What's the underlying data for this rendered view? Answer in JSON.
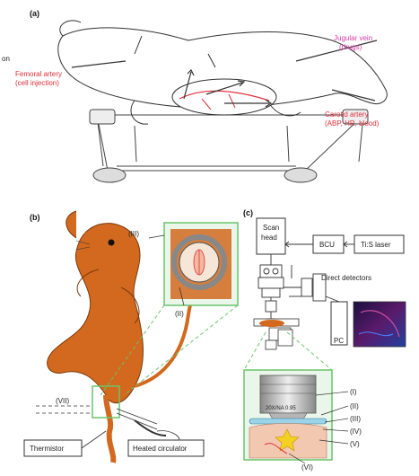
{
  "fragment_left": "on",
  "panel_a": {
    "label": "(a)",
    "femoral": {
      "line1": "Femoral artery",
      "line2": "(cell injection)"
    },
    "jugular": {
      "line1": "Jugular vein",
      "line2": "(drugs)"
    },
    "carotid": {
      "line1": "Carotid artery",
      "line2": "(ABP, HR, blood)"
    }
  },
  "panel_b": {
    "label": "(b)",
    "callouts": {
      "iii": "(III)",
      "ii": "(II)",
      "vii": "(VII)"
    },
    "thermistor": "Thermistor",
    "heated_circulator": "Heated circulator"
  },
  "panel_c": {
    "label": "(c)",
    "scan_head": {
      "line1": "Scan",
      "line2": "head"
    },
    "bcu": "BCU",
    "laser": "Ti:S laser",
    "direct_detectors": "Direct detectors",
    "pc": "PC",
    "objective_text": "20X/NA 0.95",
    "callouts": [
      "(I)",
      "(II)",
      "(III)",
      "(IV)",
      "(V)",
      "(VI)"
    ]
  },
  "colors": {
    "mouse_orange": "#d2691e",
    "red_label": "#e0303a",
    "magenta_label": "#d63aa8",
    "inset_green": "#6ac46a",
    "inset_fill": "#eaf6ea"
  }
}
